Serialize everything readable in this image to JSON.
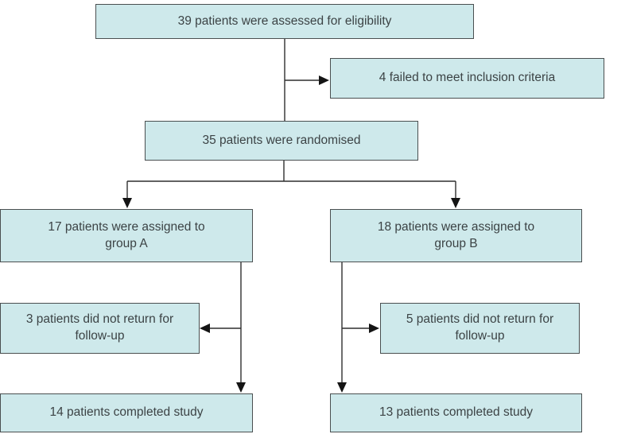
{
  "diagram_type": "patient-flow-chart",
  "colors": {
    "background": "#ffffff",
    "box_fill": "#cee9eb",
    "box_border": "#4a4f50",
    "text": "#3c4345",
    "connector_line": "#2f2f2f",
    "arrowhead": "#141414"
  },
  "nodes": {
    "eligibility": {
      "label": "39 patients were assessed for eligibility"
    },
    "excluded": {
      "label": "4 failed to meet inclusion criteria"
    },
    "randomised": {
      "label": "35 patients were randomised"
    },
    "group_a": {
      "label": "17 patients were assigned to\ngroup A"
    },
    "group_b": {
      "label": "18 patients were assigned to\ngroup B"
    },
    "lost_a": {
      "label": "3 patients did not return for\nfollow-up"
    },
    "lost_b": {
      "label": "5 patients did not return for\nfollow-up"
    },
    "completed_a": {
      "label": "14 patients completed study"
    },
    "completed_b": {
      "label": "13 patients completed study"
    }
  },
  "edges": [
    {
      "from": "eligibility",
      "to": "excluded",
      "arrow": true
    },
    {
      "from": "eligibility",
      "to": "randomised",
      "arrow": false
    },
    {
      "from": "randomised",
      "to": "group_a",
      "arrow": true
    },
    {
      "from": "randomised",
      "to": "group_b",
      "arrow": true
    },
    {
      "from": "group_a",
      "to": "lost_a",
      "arrow": true
    },
    {
      "from": "group_a",
      "to": "completed_a",
      "arrow": true
    },
    {
      "from": "group_b",
      "to": "lost_b",
      "arrow": true
    },
    {
      "from": "group_b",
      "to": "completed_b",
      "arrow": true
    }
  ]
}
